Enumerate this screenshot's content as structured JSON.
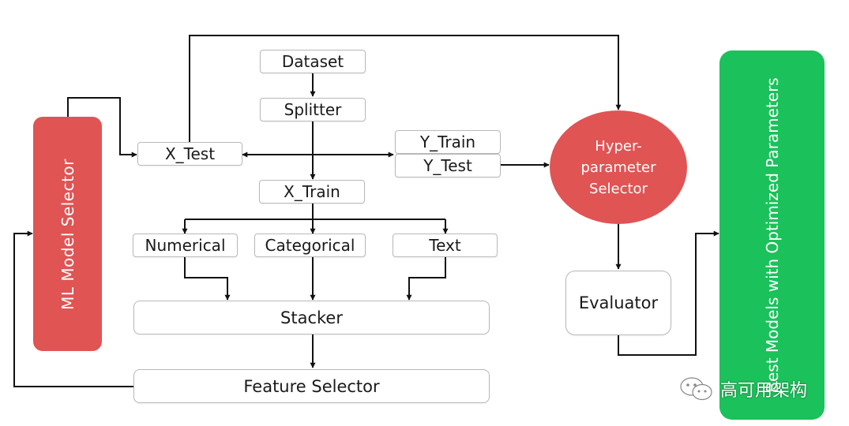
{
  "nodes": {
    "dataset": "Dataset",
    "splitter": "Splitter",
    "x_test": "X_Test",
    "y_train": "Y_Train",
    "y_test": "Y_Test",
    "x_train": "X_Train",
    "numerical": "Numerical",
    "categorical": "Categorical",
    "text": "Text",
    "stacker": "Stacker",
    "feature_selector": "Feature Selector",
    "evaluator": "Evaluator",
    "hyper_selector": "Hyper-\nparameter\nSelector",
    "ml_model_selector": "ML Model Selector",
    "best_models": "Best Models with Optimized Parameters"
  },
  "watermark": {
    "icon": "wechat-icon",
    "text": "高可用架构"
  },
  "colors": {
    "red": "#e05454",
    "green": "#1bc15a",
    "box_border": "#b9b9b9",
    "line": "#111111"
  }
}
